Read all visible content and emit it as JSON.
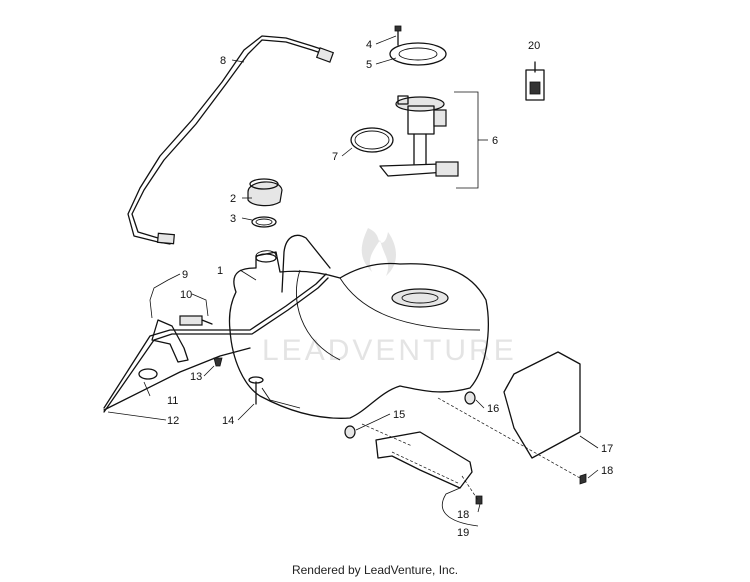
{
  "callouts": [
    "1",
    "2",
    "3",
    "4",
    "5",
    "6",
    "7",
    "8",
    "9",
    "10",
    "11",
    "12",
    "13",
    "14",
    "15",
    "16",
    "17",
    "18",
    "18",
    "19",
    "20"
  ],
  "watermark": "LEADVENTURE",
  "footer": "Rendered by LeadVenture, Inc."
}
